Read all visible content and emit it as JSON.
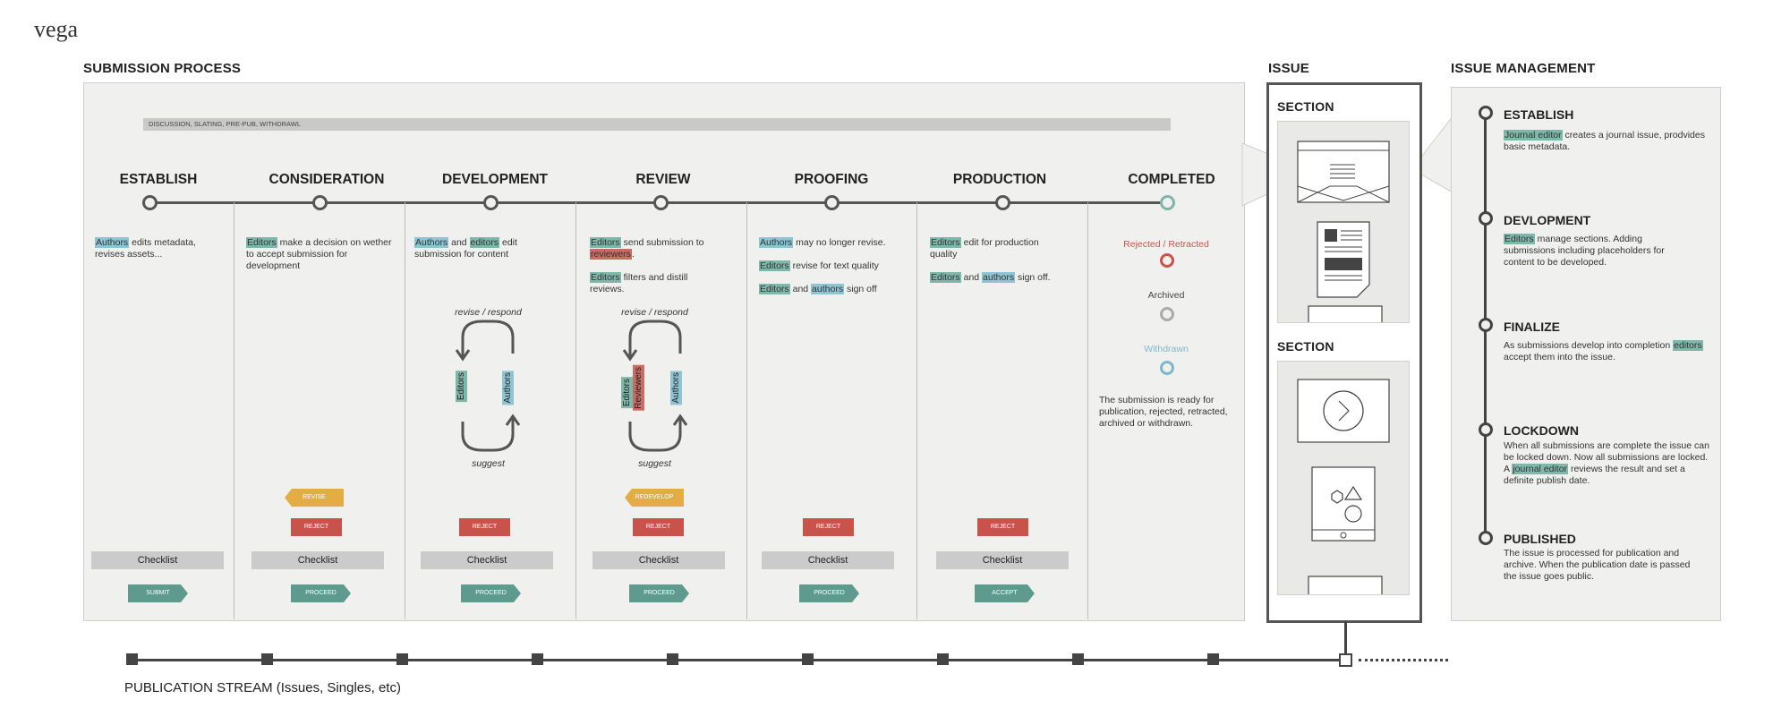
{
  "logo": "vega",
  "sections": {
    "submission_process": "SUBMISSION PROCESS",
    "issue": "ISSUE",
    "issue_management": "ISSUE MANAGEMENT"
  },
  "banner": "DISCUSSION, SLATING, PRE-PUB, WITHDRAWL",
  "stages": [
    {
      "name": "ESTABLISH"
    },
    {
      "name": "CONSIDERATION"
    },
    {
      "name": "DEVELOPMENT"
    },
    {
      "name": "REVIEW"
    },
    {
      "name": "PROOFING"
    },
    {
      "name": "PRODUCTION"
    },
    {
      "name": "COMPLETED"
    }
  ],
  "establish": {
    "who": "Authors",
    "text": " edits metadata, revises assets..."
  },
  "consideration": {
    "who": "Editors",
    "text": " make a decision on wether to accept submission for development"
  },
  "development": {
    "who1": "Authors",
    "and": " and ",
    "who2": "editors",
    "text": " edit submission for content"
  },
  "review": {
    "p1_who": "Editors",
    "p1_text": " send submission to ",
    "p1_who2": "reviewers",
    "p1_end": ".",
    "p2_who": "Editors",
    "p2_text": " filters and distill reviews."
  },
  "proofing": {
    "p1_who": "Authors",
    "p1_text": " may no longer revise.",
    "p2_who": "Editors",
    "p2_text": " revise for text quality",
    "p3_who": "Editors",
    "p3_and": " and ",
    "p3_who2": "authors",
    "p3_text": " sign off"
  },
  "production": {
    "p1_who": "Editors",
    "p1_text": " edit for production quality",
    "p2_who": "Editors",
    "p2_and": " and ",
    "p2_who2": "authors",
    "p2_text": " sign off."
  },
  "loop": {
    "top": "revise / respond",
    "bottom": "suggest",
    "editors": "Editors",
    "authors": "Authors",
    "reviewers": "Reviewers"
  },
  "completed": {
    "statuses": [
      {
        "label": "Rejected / Retracted",
        "color": "#c9534a"
      },
      {
        "label": "Archived",
        "color": "#aaaaaa"
      },
      {
        "label": "Withdrawn",
        "color": "#7fb8cc"
      }
    ],
    "text": "The submission is ready for publication, rejected, retracted, archived or withdrawn."
  },
  "buttons": {
    "revise": "REVISE",
    "redevelop": "REDEVELOP",
    "reject": "REJECT",
    "checklist": "Checklist",
    "submit": "SUBMIT",
    "proceed": "PROCEED",
    "accept": "ACCEPT"
  },
  "issue": {
    "section1": "SECTION",
    "section2": "SECTION"
  },
  "issue_management": [
    {
      "title": "ESTABLISH",
      "who": "Journal editor",
      "text": " creates a journal issue, prodvides basic metadata."
    },
    {
      "title": "DEVLOPMENT",
      "who": "Editors",
      "text": " manage sections. Adding submissions including placeholders for content to be developed."
    },
    {
      "title": "FINALIZE",
      "pre": "As submissions develop into completion ",
      "who": "editors",
      "text": " accept them into the issue."
    },
    {
      "title": "LOCKDOWN",
      "pre": "When all submissions are complete the issue can be locked down. Now all submissions are locked. A ",
      "who": "journal editor",
      "text": " reviews the result and set a definite publish date."
    },
    {
      "title": "PUBLISHED",
      "text": "The issue is processed for publication and archive. When the publication date is passed the issue goes public."
    }
  ],
  "publication_stream": "PUBLICATION STREAM (Issues, Singles, etc)",
  "colors": {
    "teal": "#7fb8aa",
    "blue": "#8fc4d4",
    "red": "#c9534a",
    "yellow": "#e3ad43",
    "panel": "#f0f0ee"
  }
}
